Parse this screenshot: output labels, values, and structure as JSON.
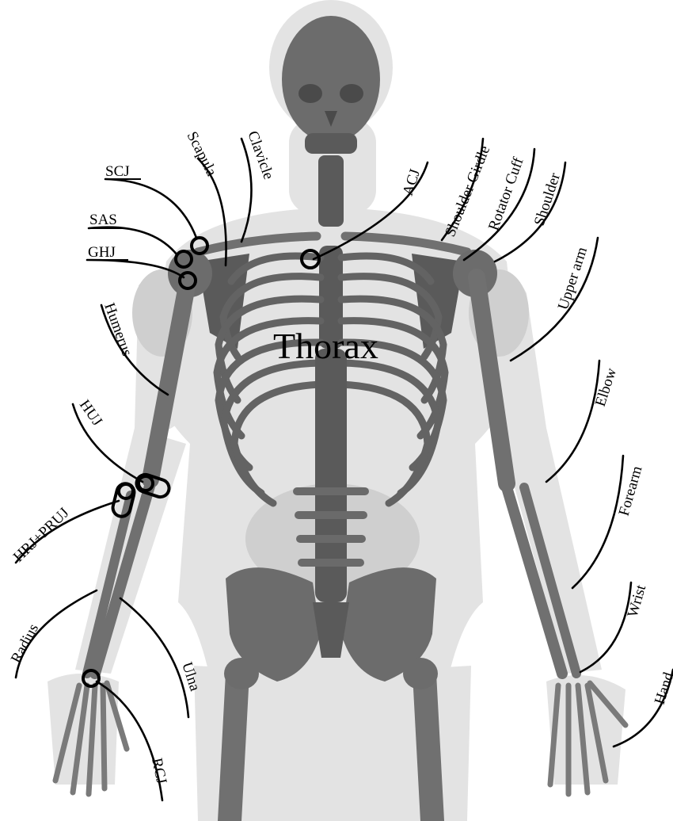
{
  "center_label": "Thorax",
  "labels": {
    "scj": "SCJ",
    "sas": "SAS",
    "ghj": "GHJ",
    "scapula": "Scapula",
    "clavicle": "Clavicle",
    "acj": "ACJ",
    "shoulder_girdle": "Shoulder Girdle",
    "rotator_cuff": "Rotator Cuff",
    "shoulder": "Shoulder",
    "upper_arm": "Upper arm",
    "humerus": "Humerus",
    "huj": "HUJ",
    "hrj_pruj": "HRJ+PRUJ",
    "elbow": "Elbow",
    "forearm": "Forearm",
    "radius": "Radius",
    "ulna": "Ulna",
    "wrist": "Wrist",
    "hand": "Hand",
    "rcj": "RCJ"
  },
  "colors": {
    "body_outer": "#e3e3e3",
    "body_inner": "#cfcfcf",
    "skeleton": "#666666",
    "annotation": "#000000"
  }
}
